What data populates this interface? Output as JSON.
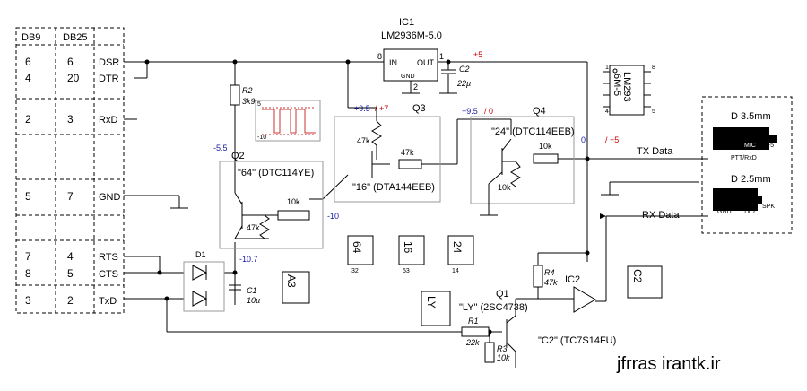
{
  "connector": {
    "col_db9": "DB9",
    "col_db25": "DB25",
    "rows": [
      {
        "db9": "6",
        "db25": "6",
        "signal": "DSR"
      },
      {
        "db9": "4",
        "db25": "20",
        "signal": "DTR"
      },
      {
        "db9": "2",
        "db25": "3",
        "signal": "RxD"
      },
      {
        "db9": "5",
        "db25": "7",
        "signal": "GND"
      },
      {
        "db9": "7",
        "db25": "4",
        "signal": "RTS"
      },
      {
        "db9": "8",
        "db25": "5",
        "signal": "CTS"
      },
      {
        "db9": "3",
        "db25": "2",
        "signal": "TxD"
      }
    ]
  },
  "components": {
    "ic1": {
      "ref": "IC1",
      "part": "LM2936M-5.0"
    },
    "c2": {
      "ref": "C2",
      "value": "22µ"
    },
    "lm293": {
      "line1": "LM293",
      "line2": "6M-5"
    },
    "r2": {
      "ref": "R2",
      "value": "3k9"
    },
    "q2": {
      "ref": "Q2",
      "part": "\"64\" (DTC114YE)",
      "rb": "10k",
      "rbe": "47k"
    },
    "q3": {
      "ref": "Q3",
      "part": "\"16\" (DTA144EEB)",
      "rb": "47k",
      "rbe": "47k"
    },
    "q4": {
      "ref": "Q4",
      "part": "\"24\" (DTC114EEB)",
      "rb": "10k",
      "rbe": "10k"
    },
    "d1": {
      "ref": "D1"
    },
    "c1": {
      "ref": "C1",
      "value": "10µ"
    },
    "q1": {
      "ref": "Q1",
      "part": "\"LY\" (2SC4738)"
    },
    "r1": {
      "ref": "R1",
      "value": "22k"
    },
    "r3": {
      "ref": "R3",
      "value": "10k"
    },
    "r4": {
      "ref": "R4",
      "value": "47k"
    },
    "ic2": {
      "ref": "IC2",
      "part": "\"C2\" (TC7S14FU)"
    }
  },
  "nets": {
    "plus5": "+5",
    "m55": "-5.5",
    "m107": "-10.7",
    "m10": "-10",
    "q3_v_blue": "+9.5",
    "q3_v_red": "/ +7",
    "q4_v_blue": "+9.5",
    "q4_v_red": "/ 0",
    "q4_tx_blue": "0",
    "q4_tx_red": "/ +5"
  },
  "waveform": {
    "top": "5",
    "bottom": "-10"
  },
  "signals": {
    "tx": "TX Data",
    "rx": "RX Data"
  },
  "jacks": {
    "j35": {
      "title": "D 3.5mm",
      "sub": "PTT/RxD"
    },
    "j25": {
      "title": "D 2.5mm",
      "sub": "SPK"
    }
  },
  "packages": {
    "p64": {
      "code": "64"
    },
    "p16": {
      "code": "16"
    },
    "p24": {
      "code": "24"
    },
    "a3": {
      "code": "A3"
    },
    "ly": {
      "code": "LY"
    },
    "c2": {
      "code": "C2"
    }
  },
  "watermark": "jfrras irantk.ir"
}
